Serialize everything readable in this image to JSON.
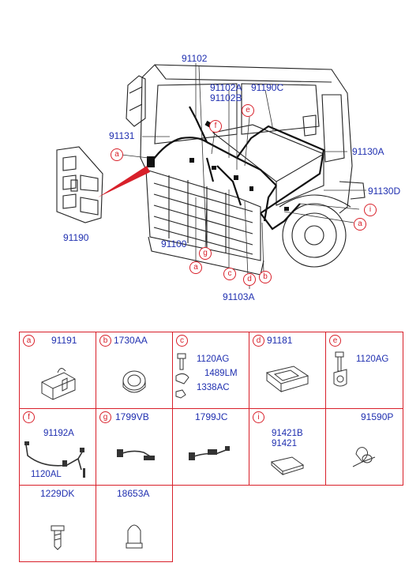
{
  "diagram": {
    "part_labels": {
      "p91102_top": "91102",
      "p91102a": "91102A",
      "p91102b": "91102B",
      "p91190c": "91190C",
      "p91131": "91131",
      "p91130a": "91130A",
      "p91130d": "91130D",
      "p91190": "91190",
      "p91100": "91100",
      "p91103a": "91103A"
    },
    "callouts": {
      "a": "a",
      "b": "b",
      "c": "c",
      "d": "d",
      "e": "e",
      "f": "f",
      "g": "g",
      "i": "i"
    }
  },
  "parts_table": {
    "row1": [
      {
        "letter": "a",
        "part": "91191"
      },
      {
        "letter": "b",
        "part": "1730AA"
      },
      {
        "letter": "c",
        "part": "",
        "subparts": [
          "1120AG",
          "1489LM",
          "1338AC"
        ]
      },
      {
        "letter": "d",
        "part": "91181"
      },
      {
        "letter": "e",
        "part": "",
        "subparts": [
          "1120AG"
        ]
      }
    ],
    "row2": [
      {
        "letter": "f",
        "part": "",
        "subparts": [
          "91192A",
          "1120AL"
        ]
      },
      {
        "letter": "g",
        "part": "1799VB"
      },
      {
        "letter": "",
        "part": "1799JC"
      },
      {
        "letter": "i",
        "part": "",
        "subparts": [
          "91421B",
          "91421"
        ]
      },
      {
        "letter": "",
        "part": "91590P"
      }
    ],
    "row3": [
      {
        "letter": "",
        "part": "1229DK"
      },
      {
        "letter": "",
        "part": "18653A"
      }
    ]
  }
}
